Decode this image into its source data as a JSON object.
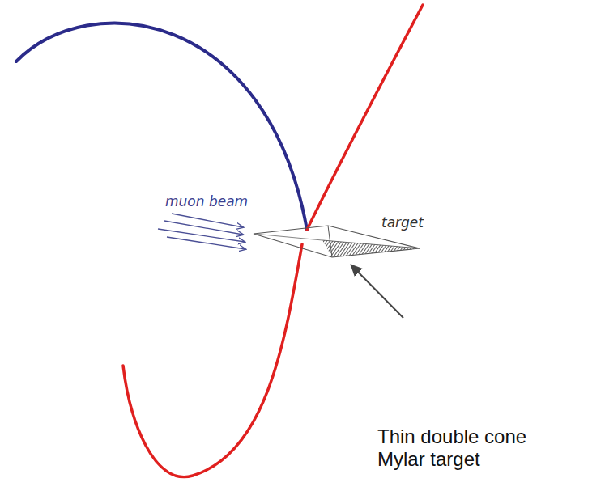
{
  "diagram": {
    "labels": [
      "muon beam",
      "target",
      "Thin double cone Mylar target"
    ]
  }
}
